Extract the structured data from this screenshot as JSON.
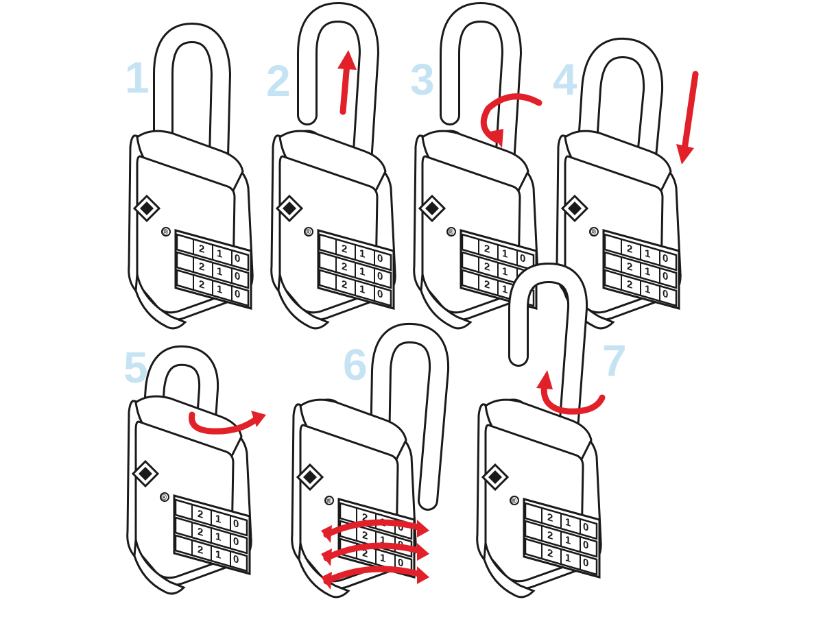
{
  "diagram": {
    "colors": {
      "step_number": "#c5e3f3",
      "arrow": "#e2202a",
      "outline": "#1a1a1a",
      "fill": "#ffffff"
    },
    "wheel_digits": [
      "2",
      "1",
      "0"
    ],
    "registered_mark": "®",
    "steps": [
      {
        "number": "1",
        "shackle_state": "closed",
        "arrow_icon": "none"
      },
      {
        "number": "2",
        "shackle_state": "lifted",
        "arrow_icon": "arrow-up-icon"
      },
      {
        "number": "3",
        "shackle_state": "lifted",
        "arrow_icon": "rotate-arrow-icon"
      },
      {
        "number": "4",
        "shackle_state": "rotated-pressed",
        "arrow_icon": "arrow-down-icon"
      },
      {
        "number": "5",
        "shackle_state": "rotated",
        "arrow_icon": "rotate-arrow-icon"
      },
      {
        "number": "6",
        "shackle_state": "open",
        "arrow_icon": "wheel-scramble-arrows-icon"
      },
      {
        "number": "7",
        "shackle_state": "lifted",
        "arrow_icon": "rotate-arrow-icon"
      }
    ]
  }
}
